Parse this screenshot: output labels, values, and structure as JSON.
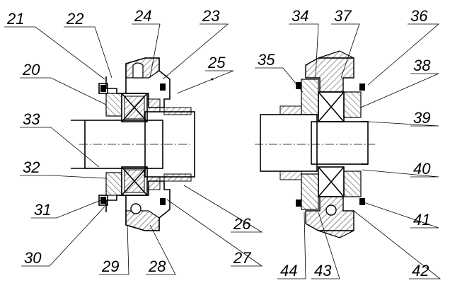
{
  "drawing": {
    "kind": "bearing assembly cross-section",
    "callouts_left": [
      "21",
      "22",
      "24",
      "23",
      "25",
      "20",
      "33",
      "32",
      "31",
      "30",
      "29",
      "28",
      "27",
      "26"
    ],
    "callouts_right": [
      "34",
      "37",
      "36",
      "35",
      "38",
      "39",
      "40",
      "41",
      "42",
      "43",
      "44"
    ]
  }
}
